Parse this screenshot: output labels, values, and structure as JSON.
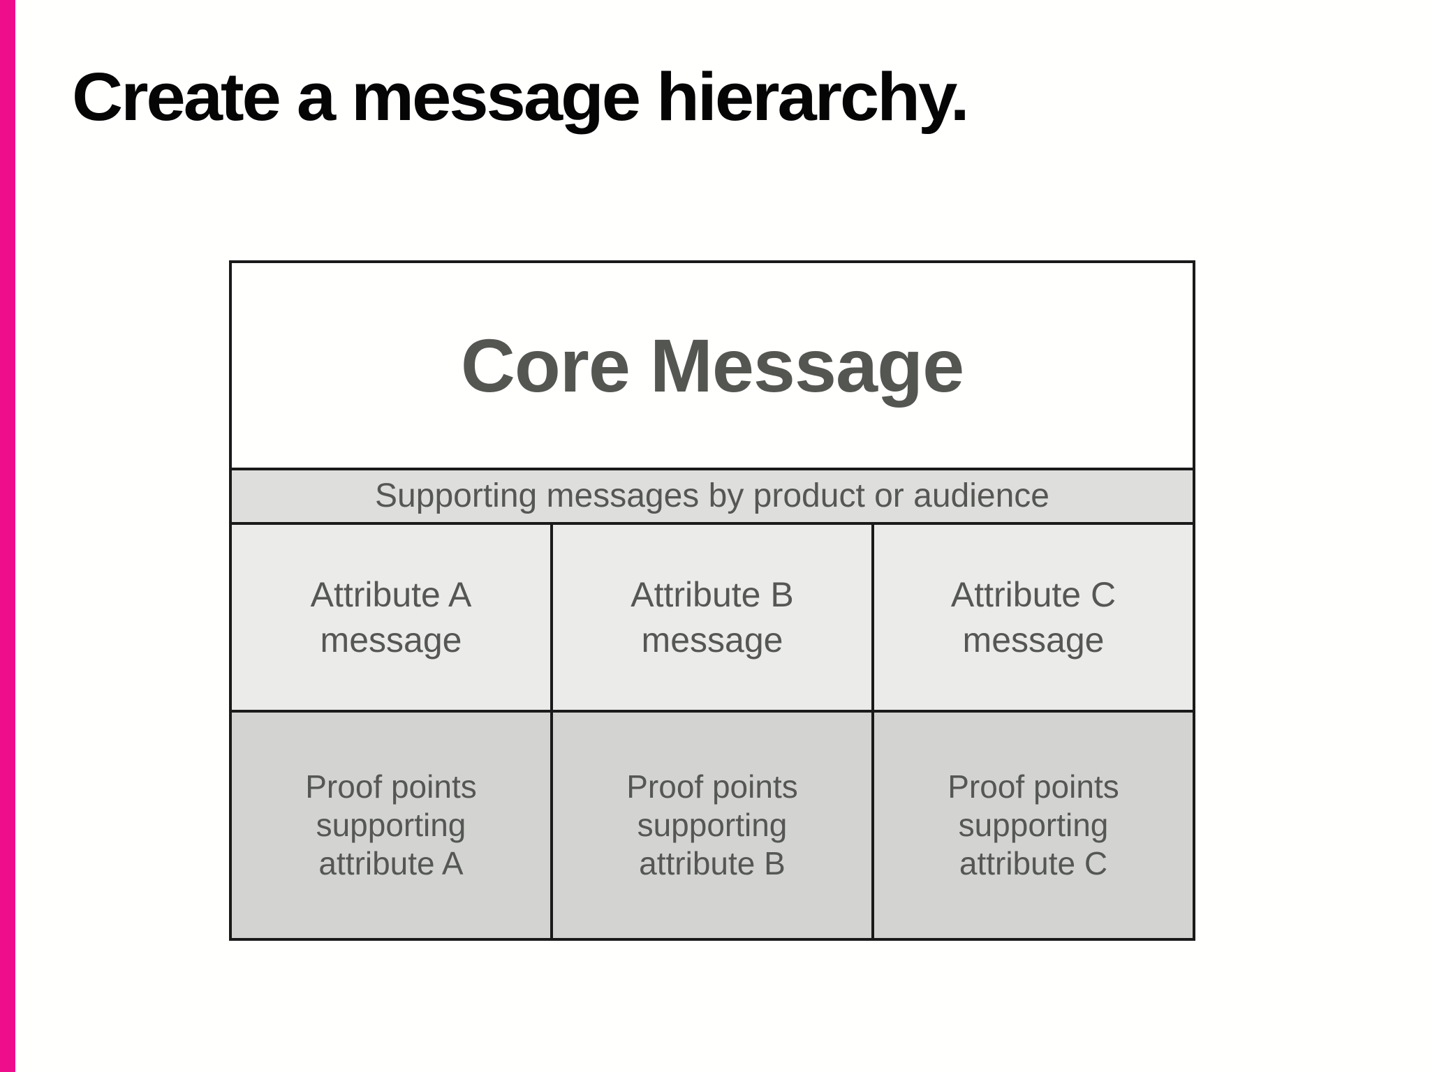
{
  "slide": {
    "title": "Create a message hierarchy.",
    "background_color": "#fffffe",
    "accent_bar_color": "#ee0e8c",
    "title_color": "#050505"
  },
  "diagram": {
    "name": "message-hierarchy-table",
    "border_color": "#1a1a1a",
    "text_color": "#555754",
    "core": {
      "label": "Core Message",
      "background_color": "#fffffe"
    },
    "supporting_header": {
      "label": "Supporting messages by product or audience",
      "background_color": "#dedfdc"
    },
    "attribute_row": {
      "background_color": "#ebebe9",
      "cells": [
        {
          "text": "Attribute A\nmessage"
        },
        {
          "text": "Attribute B\nmessage"
        },
        {
          "text": "Attribute C\nmessage"
        }
      ]
    },
    "proof_row": {
      "background_color": "#d3d4d1",
      "cells": [
        {
          "text": "Proof points\nsupporting\nattribute A"
        },
        {
          "text": "Proof points\nsupporting\nattribute B"
        },
        {
          "text": "Proof points\nsupporting\nattribute C"
        }
      ]
    }
  }
}
